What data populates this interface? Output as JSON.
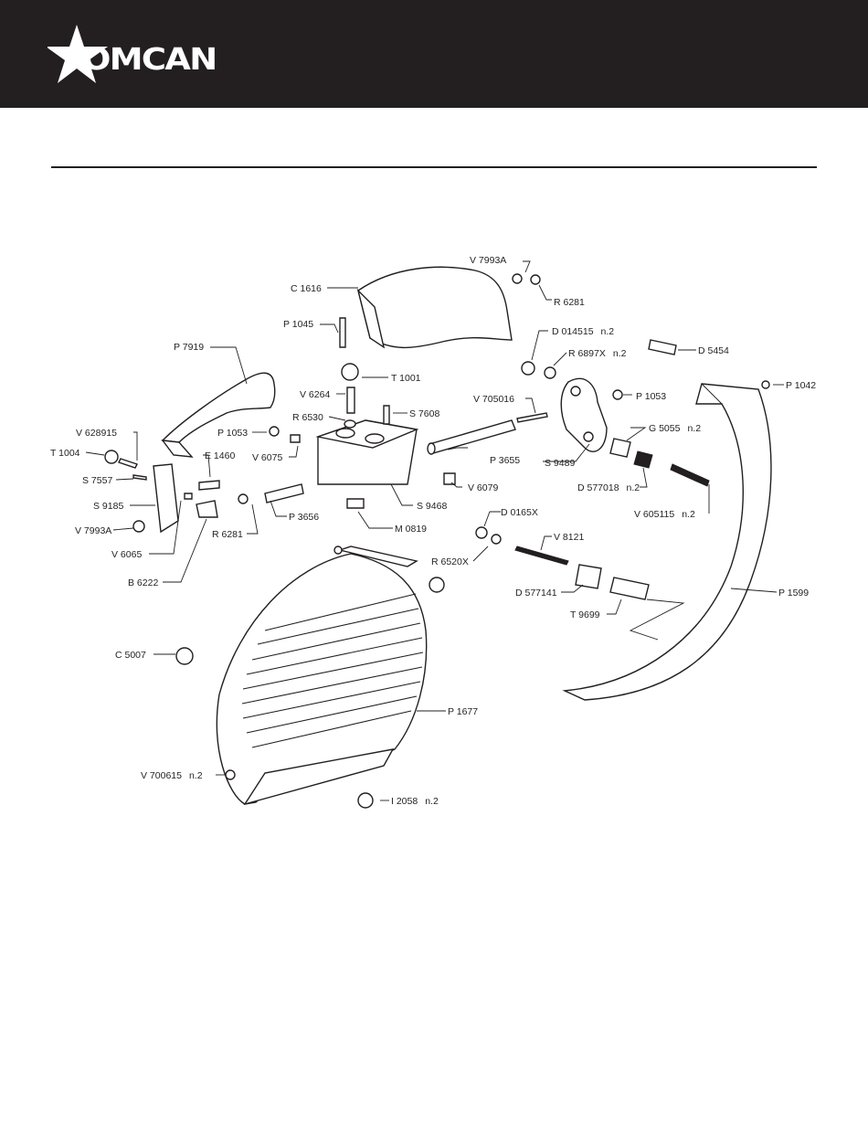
{
  "brand": {
    "name": "OMCAN"
  },
  "parts": [
    {
      "code": "V 7993A"
    },
    {
      "code": "R 6281"
    },
    {
      "code": "C 1616"
    },
    {
      "code": "P 1045"
    },
    {
      "code": "D 014515",
      "qty": "n.2"
    },
    {
      "code": "R 6897X",
      "qty": "n.2"
    },
    {
      "code": "D 5454"
    },
    {
      "code": "P 7919"
    },
    {
      "code": "T 1001"
    },
    {
      "code": "P 1042"
    },
    {
      "code": "V 6264"
    },
    {
      "code": "V 705016"
    },
    {
      "code": "P 1053"
    },
    {
      "code": "R 6530"
    },
    {
      "code": "S 7608"
    },
    {
      "code": "V 628915"
    },
    {
      "code": "P 1053"
    },
    {
      "code": "G 5055",
      "qty": "n.2"
    },
    {
      "code": "T 1004"
    },
    {
      "code": "E 1460"
    },
    {
      "code": "V 6075"
    },
    {
      "code": "P 3655"
    },
    {
      "code": "S 9489"
    },
    {
      "code": "S 7557"
    },
    {
      "code": "D 577018",
      "qty": "n.2"
    },
    {
      "code": "V 6079"
    },
    {
      "code": "S 9185"
    },
    {
      "code": "S 9468"
    },
    {
      "code": "V 605115",
      "qty": "n.2"
    },
    {
      "code": "P 3656"
    },
    {
      "code": "V 7993A"
    },
    {
      "code": "R 6281"
    },
    {
      "code": "M 0819"
    },
    {
      "code": "D 0165X"
    },
    {
      "code": "V 6065"
    },
    {
      "code": "V 8121"
    },
    {
      "code": "R 6520X"
    },
    {
      "code": "B 6222"
    },
    {
      "code": "D 577141"
    },
    {
      "code": "P 1599"
    },
    {
      "code": "T 9699"
    },
    {
      "code": "C 5007"
    },
    {
      "code": "P 1677"
    },
    {
      "code": "V 700615",
      "qty": "n.2"
    },
    {
      "code": "I 2058",
      "qty": "n.2"
    }
  ]
}
